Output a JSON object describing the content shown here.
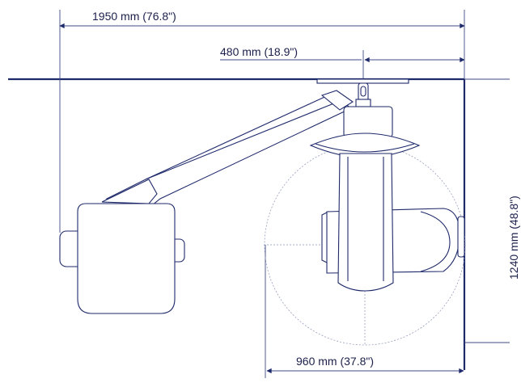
{
  "dimensions": {
    "overall_width": "1950 mm (76.8\")",
    "mount_offset": "480 mm (18.9\")",
    "rotation_diameter": "960 mm (37.8\")",
    "depth": "1240 mm (48.8\")"
  },
  "colors": {
    "line": "#1f2a6b",
    "guide": "#8b92b5",
    "background": "#ffffff"
  }
}
